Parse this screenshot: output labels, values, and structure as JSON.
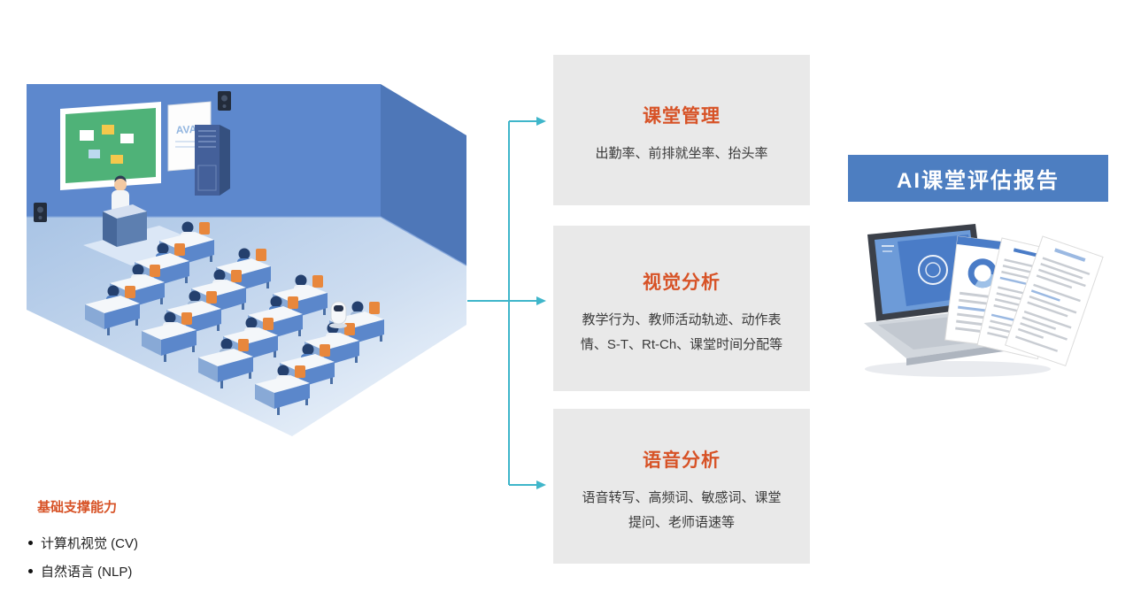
{
  "illustration": {
    "screen_label": "AVA"
  },
  "modules": [
    {
      "title": "课堂管理",
      "desc": "出勤率、前排就坐率、抬头率"
    },
    {
      "title": "视觉分析",
      "desc": "教学行为、教师活动轨迹、动作表情、S-T、Rt-Ch、课堂时间分配等"
    },
    {
      "title": "语音分析",
      "desc": "语音转写、高频词、敏感词、课堂提问、老师语速等"
    }
  ],
  "report": {
    "title": "AI课堂评估报告"
  },
  "foundation": {
    "title": "基础支撑能力",
    "items": [
      {
        "label": "计算机视觉 (CV)"
      },
      {
        "label": "自然语言 (NLP)"
      }
    ]
  },
  "colors": {
    "accent": "#d75226",
    "banner-blue": "#4d7ec1",
    "box-gray": "#e9e9e9",
    "arrow-teal": "#3fb6ca",
    "wall-blue": "#5d88cd"
  }
}
